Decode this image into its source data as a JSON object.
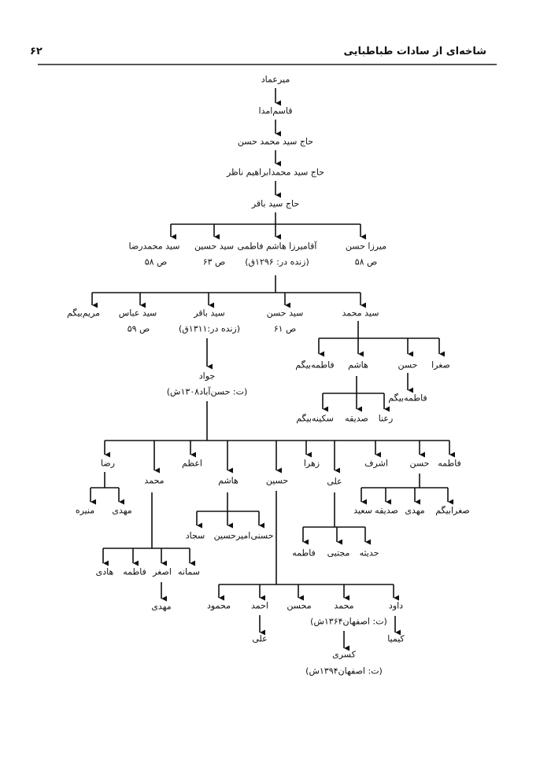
{
  "header": {
    "title": "شاخه‌ای از سادات طباطبایی",
    "page_number": "۶۲"
  },
  "n": {
    "mir_emad": "میرعماد",
    "qasem": "قاسم‌امدا",
    "haj_mh": "حاج سید محمد حسن",
    "haj_me": "حاج سید محمدابراهیم ناظر",
    "haj_baqer": "حاج سید باقر",
    "s_mreza": "سید محمدرضا",
    "s_mreza_p": "ص ۵۸",
    "s_hosein": "سید حسین",
    "s_hosein_p": "ص ۶۳",
    "aqamirza": "آقامیرزا هاشم فاطمی",
    "aqamirza_d": "(زنده در: ۱۲۹۶ق)",
    "mirza_hasan": "میرزا حسن",
    "mirza_hasan_p": "ص ۵۸",
    "maryam": "مریم‌بیگم",
    "s_abbas": "سید عباس",
    "s_abbas_p": "ص ۵۹",
    "s_baqer": "سید باقر",
    "s_baqer_d": "(زنده در:۱۳۱۱ق)",
    "s_hasan": "سید حسن",
    "s_hasan_p": "ص ۶۱",
    "s_mohammad": "سید محمد",
    "fatemeh_b1": "فاطمه‌بیگم",
    "hashem1": "هاشم",
    "hasan1": "حسن",
    "soghra": "صغرا",
    "fatemeh_b2": "فاطمه‌بیگم",
    "sakineh": "سکینه‌بیگم",
    "sedigheh1": "صدیقه",
    "rana": "رعنا",
    "javad": "جواد",
    "javad_d": "(ت: حسن‌آباد۱۳۰۸ش)",
    "reza": "رضا",
    "mohammad2": "محمد",
    "azam": "اعظم",
    "hashem2": "هاشم",
    "hosein2": "حسین",
    "zahra": "زهرا",
    "ali1": "علی",
    "ashraf": "اشرف",
    "hasan2": "حسن",
    "fatemeh3": "فاطمه",
    "monireh": "منیره",
    "mahdi1": "مهدی",
    "saeed": "سعید",
    "sedigheh2": "صدیقه",
    "mahdi2": "مهدی",
    "soghrabeygom": "صغرابیگم",
    "sajjad": "سجاد",
    "amirhosein": "امیرحسین",
    "hosni": "حسنی",
    "fatemeh4": "فاطمه",
    "mojtaba": "مجتبی",
    "hadiseh": "حدیثه",
    "hadi": "هادی",
    "fatemeh5": "فاطمه",
    "asghar": "اصغر",
    "samaneh": "سمانه",
    "mahdi3": "مهدی",
    "mahmoud": "محمود",
    "ahmad": "احمد",
    "mohsen": "محسن",
    "mohammad3": "محمد",
    "mohammad3_d": "(ت: اصفهان۱۳۶۴ش)",
    "davoud": "داود",
    "ali2": "علی",
    "kasra": "کسری",
    "kasra_d": "(ت: اصفهان۱۳۹۴ش)",
    "kimia": "کیمیا"
  }
}
